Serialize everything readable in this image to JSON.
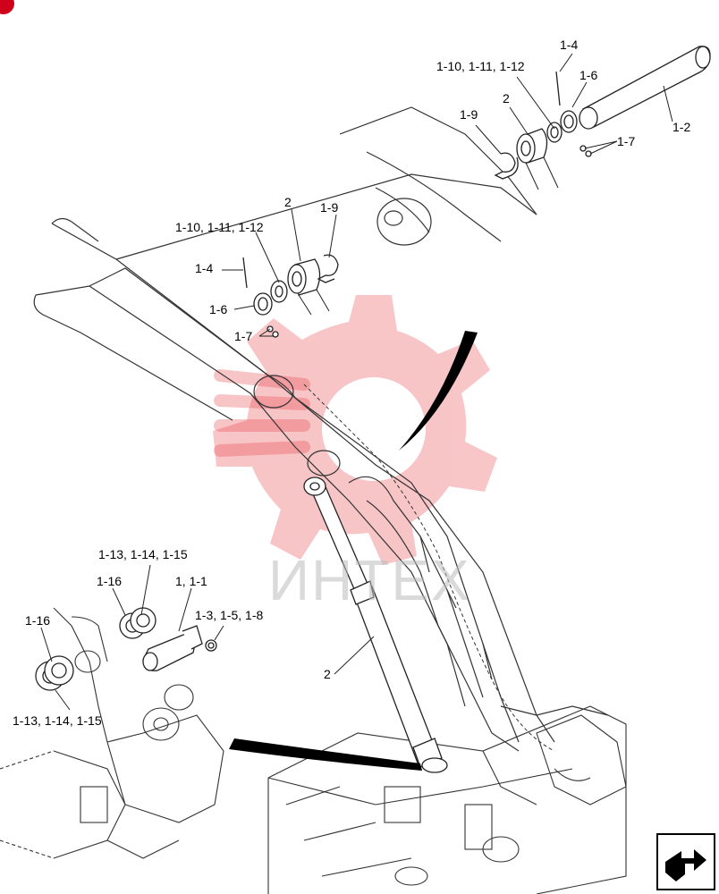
{
  "watermark": {
    "text": "ИНТЕХ",
    "color": "#e8343a"
  },
  "labels": {
    "l1": "1-4",
    "l2": "1-10, 1-11, 1-12",
    "l3": "1-6",
    "l4": "2",
    "l5": "1-9",
    "l6": "1-2",
    "l7": "1-7",
    "l8": "2",
    "l9": "1-9",
    "l10": "1-10, 1-11, 1-12",
    "l11": "1-4",
    "l12": "1-6",
    "l13": "1-7",
    "l14": "1-13, 1-14, 1-15",
    "l15": "1-16",
    "l16": "1, 1-1",
    "l17": "1-16",
    "l18": "1-3, 1-5, 1-8",
    "l19": "2",
    "l20": "1-13, 1-14, 1-15"
  },
  "icons": {
    "corner": "red-corner-mark",
    "nav": "next-page-arrow-icon"
  }
}
